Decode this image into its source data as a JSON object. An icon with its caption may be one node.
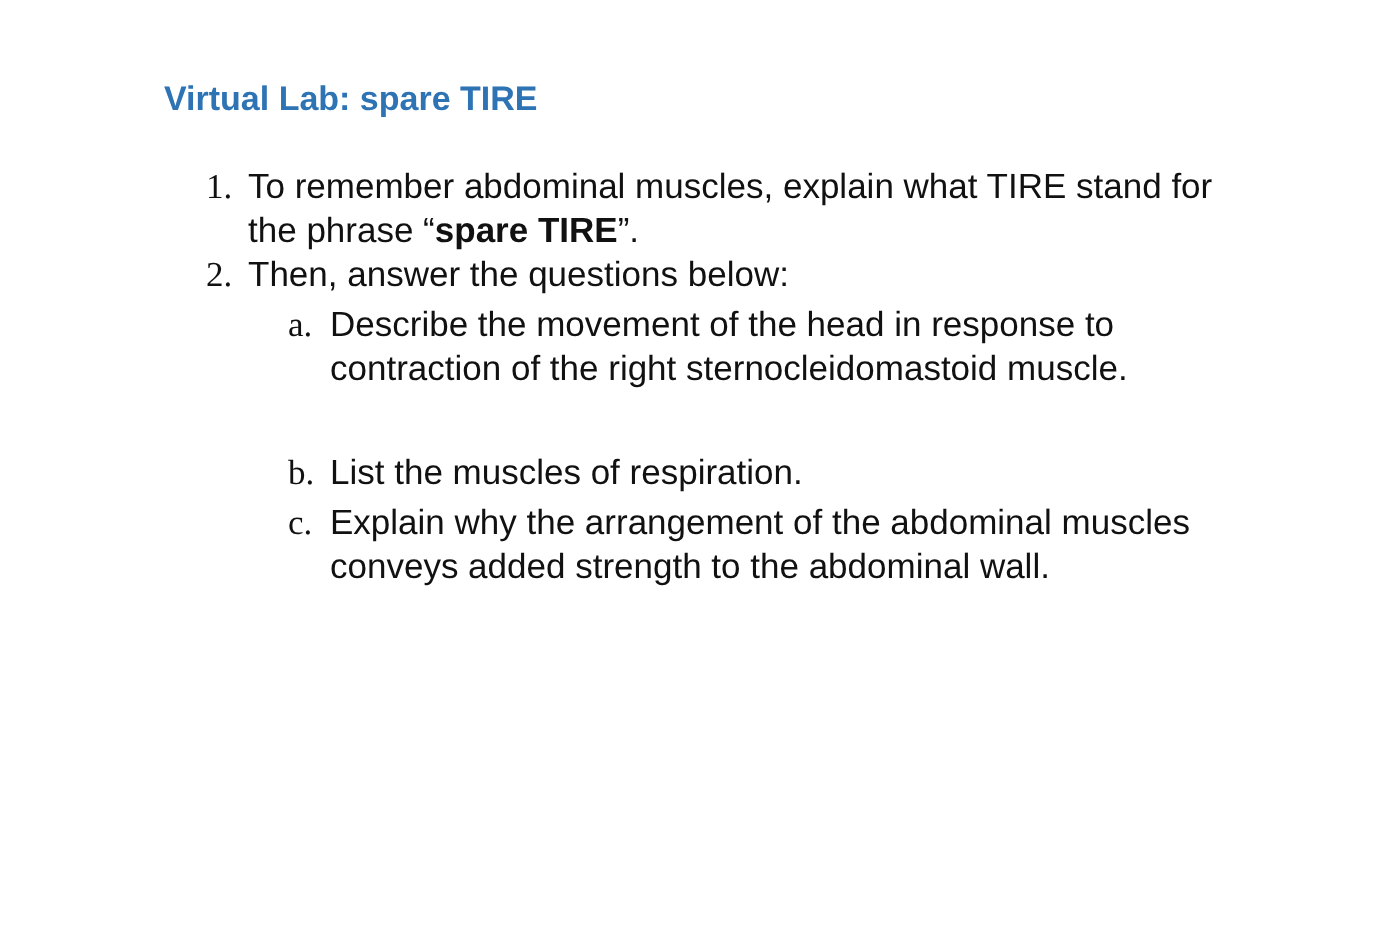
{
  "diagram": {
    "title": "Virtual Lab: spare TIRE",
    "labels": [
      "1. To remember abdominal muscles, explain what TIRE stand for the phrase “**spare TIRE**”.",
      "2. Then, answer the questions below:",
      "a. Describe the movement of the head in response to contraction of the right sternocleidomastoid muscle.",
      "b. List the muscles of respiration.",
      "c. Explain why the arrangement of the abdominal muscles conveys added strength to the abdominal wall."
    ]
  }
}
